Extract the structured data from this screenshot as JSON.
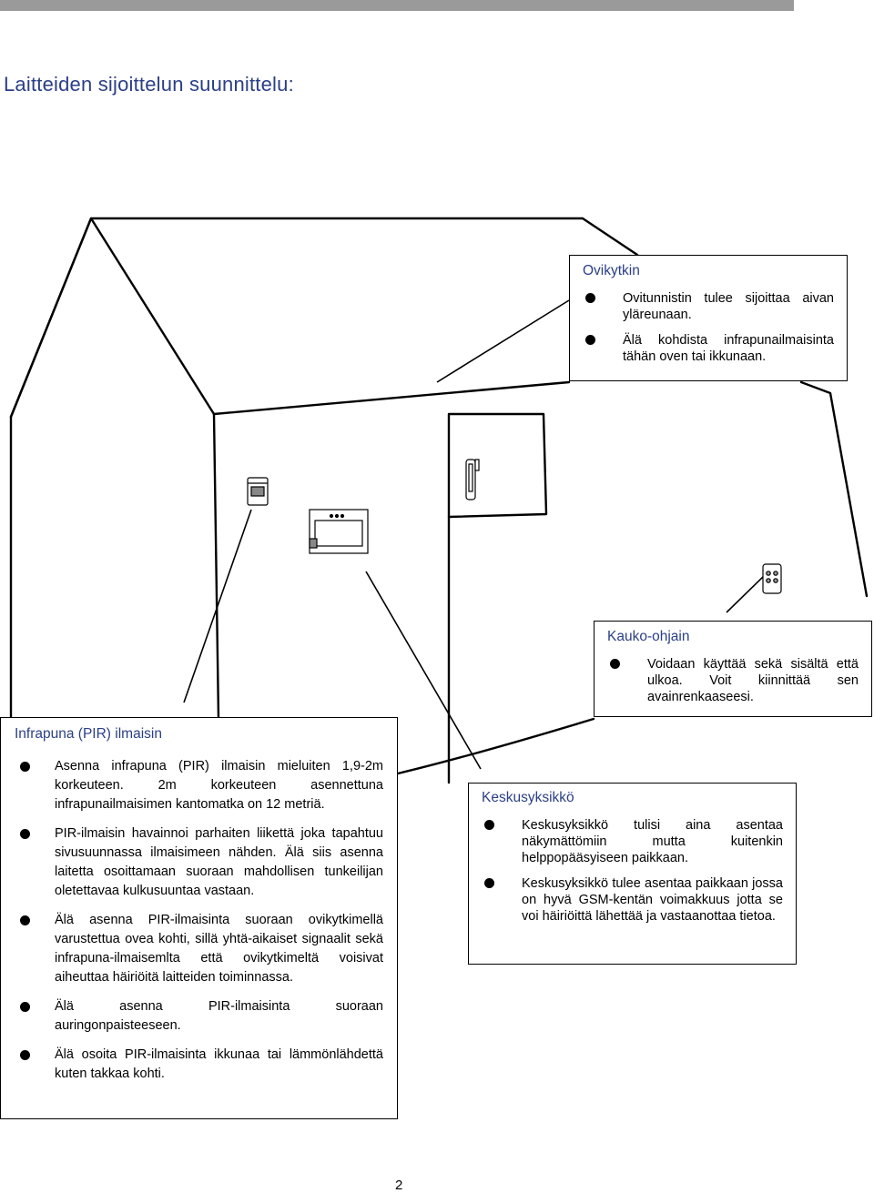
{
  "page": {
    "title": "Laitteiden sijoittelun suunnittelu:",
    "page_number": "2"
  },
  "boxes": {
    "ovikytkin": {
      "title": "Ovikytkin",
      "items": [
        "Ovitunnistin tulee sijoittaa aivan yläreunaan.",
        "Älä kohdista infrapunailmaisinta tähän oven tai ikkunaan."
      ]
    },
    "kauko_ohjain": {
      "title": "Kauko-ohjain",
      "items": [
        "Voidaan käyttää sekä sisältä että ulkoa. Voit kiinnittää sen avainrenkaaseesi."
      ]
    },
    "pir": {
      "title": "Infrapuna (PIR) ilmaisin",
      "items": [
        "Asenna infrapuna (PIR) ilmaisin mieluiten 1,9-2m korkeuteen. 2m korkeuteen asennettuna infrapunailmaisimen kantomatka on 12 metriä.",
        "PIR-ilmaisin havainnoi parhaiten liikettä joka tapahtuu sivusuunnassa ilmaisimeen nähden. Älä siis asenna laitetta osoittamaan suoraan mahdollisen tunkeilijan oletettavaa kulkusuuntaa vastaan.",
        "Älä asenna PIR-ilmaisinta suoraan ovikytkimellä varustettua ovea kohti, sillä yhtä-aikaiset signaalit sekä infrapuna-ilmaisemlta että ovikytkimeltä voisivat aiheuttaa häiriöitä laitteiden toiminnassa.",
        "Älä asenna PIR-ilmaisinta suoraan auringonpaisteeseen.",
        "Älä osoita PIR-ilmaisinta ikkunaa tai lämmönlähdettä kuten takkaa kohti."
      ]
    },
    "keskusyksikko": {
      "title": "Keskusyksikkö",
      "items": [
        "Keskusyksikkö tulisi aina asentaa näkymättömiin mutta kuitenkin helppopääsyiseen paikkaan.",
        "Keskusyksikkö tulee asentaa paikkaan jossa on hyvä GSM-kentän voimakkuus jotta se voi häiriöittä lähettää ja vastaanottaa tietoa."
      ]
    }
  },
  "colors": {
    "heading_blue": "#2b3f86",
    "top_bar": "#9a9a9a"
  },
  "icons": [
    "pir-sensor-icon",
    "control-panel-icon",
    "door-sensor-icon",
    "remote-control-icon"
  ]
}
